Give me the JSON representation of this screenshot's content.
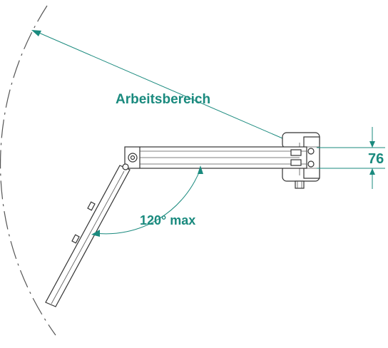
{
  "labels": {
    "work_area": "Arbeitsbereich",
    "angle": "120° max",
    "dimension": "76"
  },
  "colors": {
    "annotation": "#1a8a7e",
    "drawing": "#333333"
  }
}
